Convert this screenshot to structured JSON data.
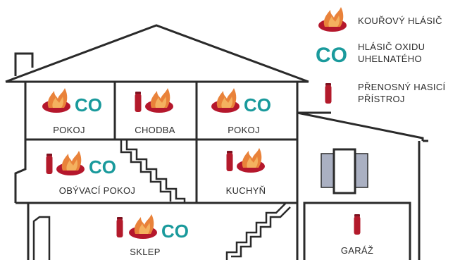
{
  "legend": {
    "smoke_detector": "KOUŘOVÝ HLÁSIČ",
    "co_symbol": "CO",
    "co_detector_line1": "HLÁSIČ OXIDU",
    "co_detector_line2": "UHELNATÉHO",
    "extinguisher_line1": "PŘENOSNÝ HASICÍ",
    "extinguisher_line2": "PŘÍSTROJ"
  },
  "rooms": {
    "pokoj_left": {
      "label": "POKOJ",
      "co": "CO"
    },
    "chodba": {
      "label": "CHODBA"
    },
    "pokoj_right": {
      "label": "POKOJ",
      "co": "CO"
    },
    "obyvaci_pokoj": {
      "label": "OBÝVACÍ POKOJ",
      "co": "CO"
    },
    "kuchyn": {
      "label": "KUCHYŇ"
    },
    "sklep": {
      "label": "SKLEP",
      "co": "CO"
    },
    "garaz": {
      "label": "GARÁŽ"
    }
  },
  "colors": {
    "flame_outer": "#e9823a",
    "flame_inner": "#f4b15f",
    "ellipse": "#b5172c",
    "co_teal": "#1a9a9c",
    "extinguisher": "#b31a2b",
    "walls": "#2a2a2a",
    "shutter": "#aab0c2"
  }
}
